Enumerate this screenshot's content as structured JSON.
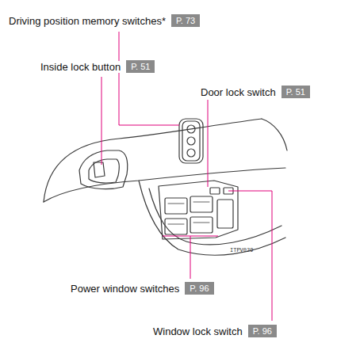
{
  "diagram": {
    "nodes": [
      {
        "text": [
          "Driving position memory switches*",
          "P. 73"
        ]
      },
      {
        "text": [
          "Inside lock button",
          "P. 51"
        ]
      },
      {
        "text": [
          "Door lock switch",
          "P. 51"
        ]
      },
      {
        "text": [
          "Power window switches",
          "P. 96"
        ]
      },
      {
        "text": [
          "Window lock switch",
          "P. 96"
        ]
      }
    ],
    "labels": [
      "ITPV029"
    ]
  }
}
